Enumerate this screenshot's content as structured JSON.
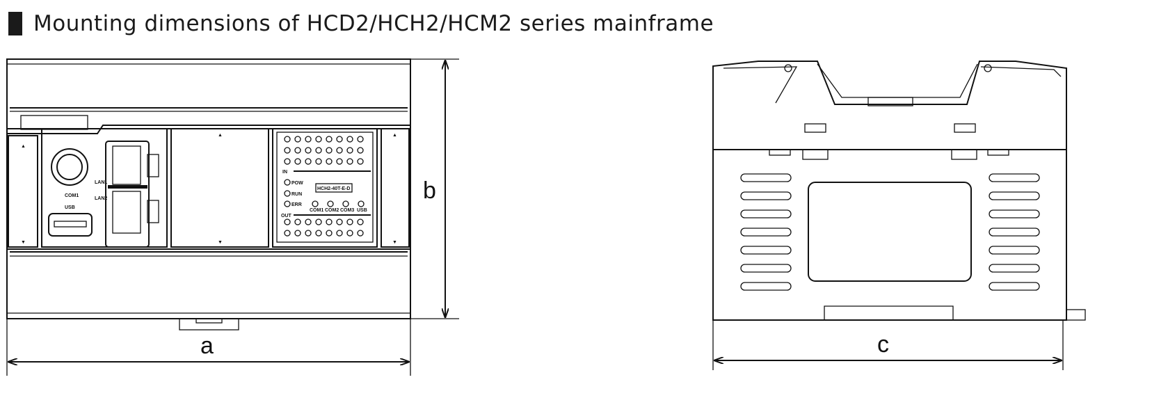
{
  "title": "Mounting dimensions of HCD2/HCH2/HCM2 series mainframe",
  "dimensions": {
    "width_label": "a",
    "height_label": "b",
    "depth_label": "c"
  },
  "front_panel": {
    "port_labels": {
      "com1": "COM1",
      "lan1": "LAN1",
      "lan2": "LAN2",
      "usb": "USB"
    },
    "io_labels": {
      "in": "IN",
      "out": "OUT"
    },
    "status_leds": [
      "POW",
      "RUN",
      "ERR"
    ],
    "comm_leds": [
      "COM1",
      "COM2",
      "COM3",
      "USB"
    ],
    "model": "HCH2-40T-E-D"
  }
}
